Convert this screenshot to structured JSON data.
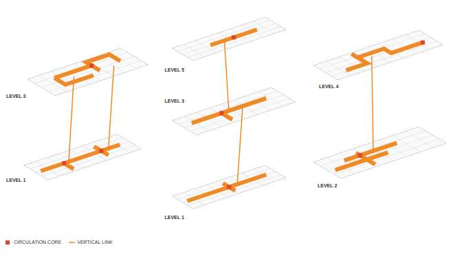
{
  "diagram": {
    "labels": [
      "LEVEL 3",
      "LEVEL 1",
      "LEVEL 5",
      "LEVEL 3",
      "LEVEL 1",
      "LEVEL 4",
      "LEVEL 2"
    ],
    "legend": [
      {
        "text": "CIRCULATION CORE",
        "color": "#e0442a"
      },
      {
        "text": "VERTICAL LINK"
      }
    ]
  }
}
